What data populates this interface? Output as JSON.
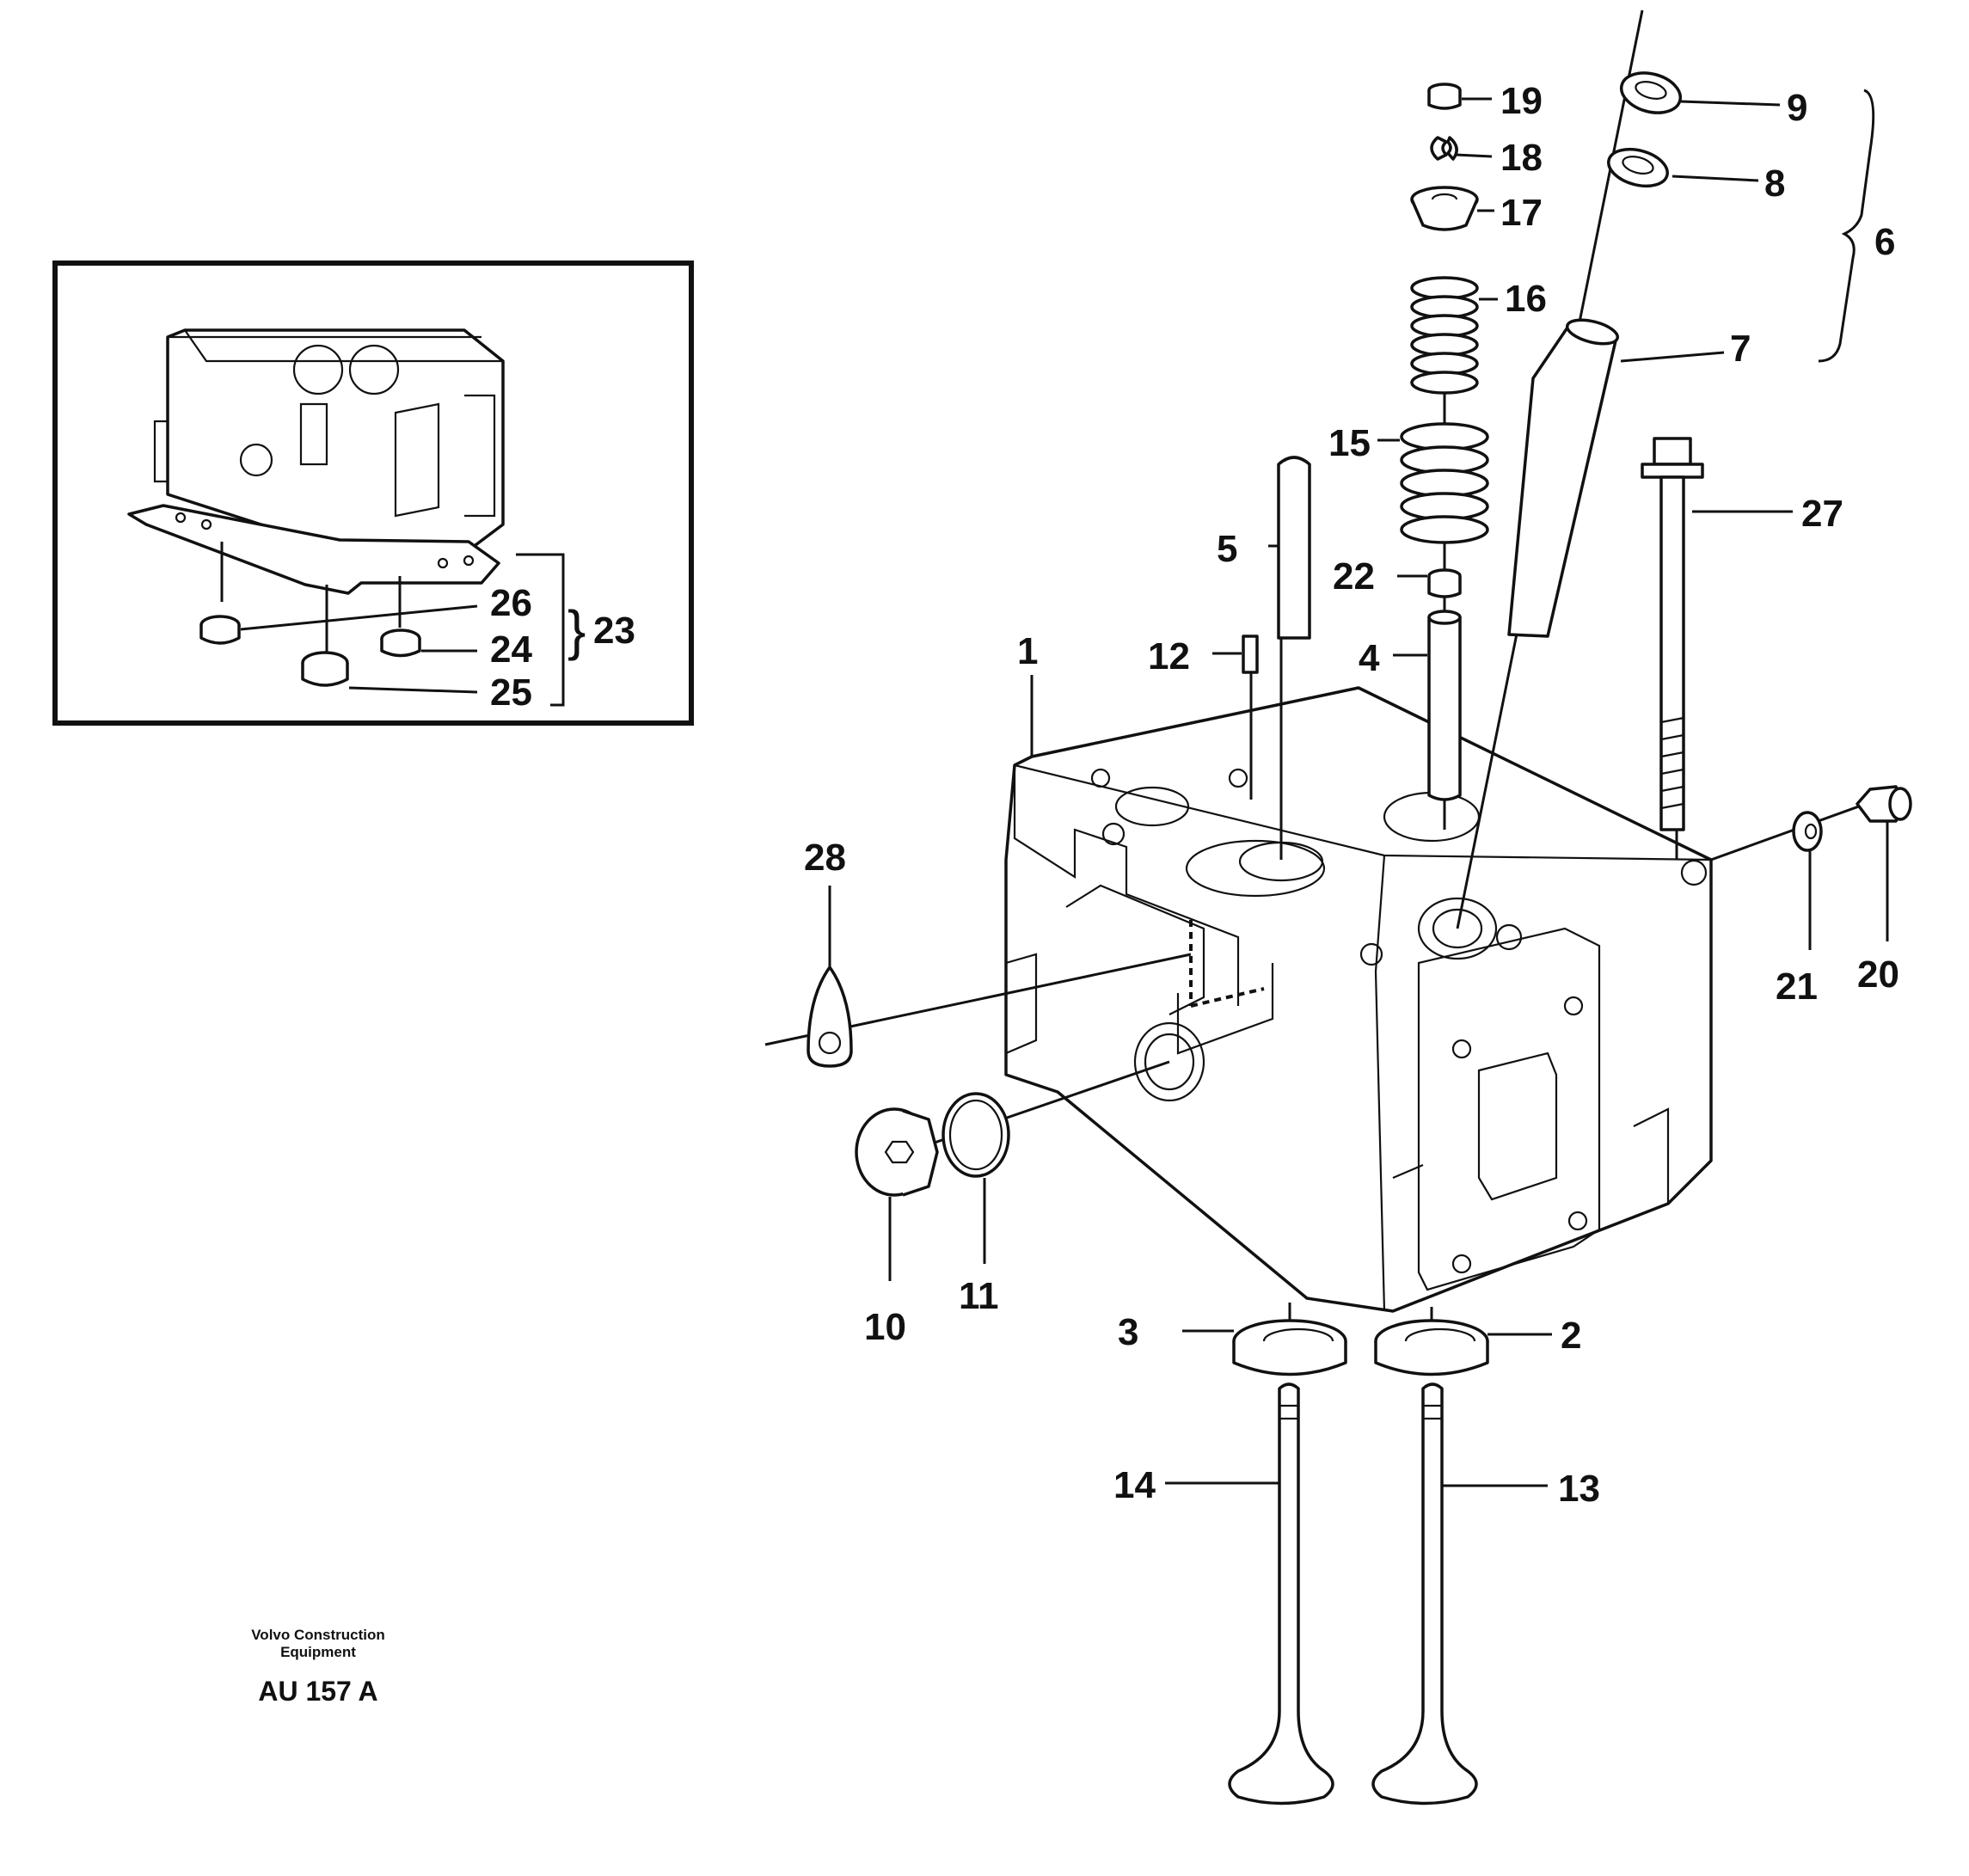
{
  "diagram": {
    "callouts": [
      {
        "id": "1",
        "label": "1"
      },
      {
        "id": "2",
        "label": "2"
      },
      {
        "id": "3",
        "label": "3"
      },
      {
        "id": "4",
        "label": "4"
      },
      {
        "id": "5",
        "label": "5"
      },
      {
        "id": "6",
        "label": "6"
      },
      {
        "id": "7",
        "label": "7"
      },
      {
        "id": "8",
        "label": "8"
      },
      {
        "id": "9",
        "label": "9"
      },
      {
        "id": "10",
        "label": "10"
      },
      {
        "id": "11",
        "label": "11"
      },
      {
        "id": "12",
        "label": "12"
      },
      {
        "id": "13",
        "label": "13"
      },
      {
        "id": "14",
        "label": "14"
      },
      {
        "id": "15",
        "label": "15"
      },
      {
        "id": "16",
        "label": "16"
      },
      {
        "id": "17",
        "label": "17"
      },
      {
        "id": "18",
        "label": "18"
      },
      {
        "id": "19",
        "label": "19"
      },
      {
        "id": "20",
        "label": "20"
      },
      {
        "id": "21",
        "label": "21"
      },
      {
        "id": "22",
        "label": "22"
      },
      {
        "id": "23",
        "label": "23"
      },
      {
        "id": "24",
        "label": "24"
      },
      {
        "id": "25",
        "label": "25"
      },
      {
        "id": "26",
        "label": "26"
      },
      {
        "id": "27",
        "label": "27"
      },
      {
        "id": "28",
        "label": "28"
      }
    ]
  },
  "footer": {
    "company_line1": "Volvo Construction",
    "company_line2": "Equipment",
    "drawing_code": "AU 157 A"
  }
}
